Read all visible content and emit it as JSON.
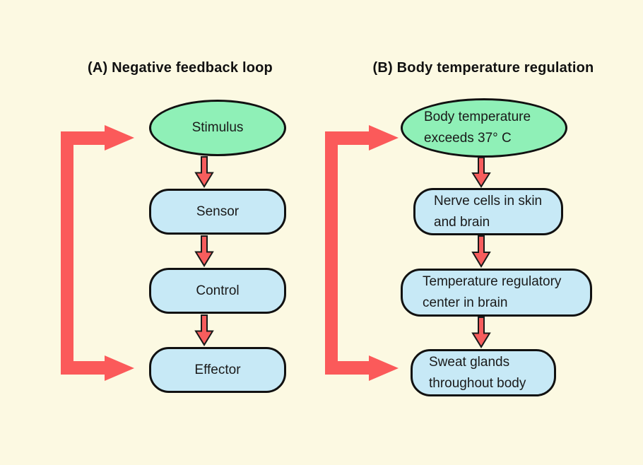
{
  "colors": {
    "background": "#fcf9e2",
    "node_green": "#8ff0b7",
    "node_blue": "#c7e9f6",
    "node_border": "#111111",
    "feedback_arrow_red": "#fb5a5a",
    "connector_arrow_fill": "#f75d5d",
    "connector_arrow_outline": "#1a1a1a",
    "text": "#1a1a1a"
  },
  "panel_a": {
    "title": "(A) Negative feedback loop",
    "nodes": {
      "stimulus": {
        "label": "Stimulus",
        "shape": "ellipse",
        "fill": "#8ff0b7"
      },
      "sensor": {
        "label": "Sensor",
        "shape": "rounded-rect",
        "fill": "#c7e9f6"
      },
      "control": {
        "label": "Control",
        "shape": "rounded-rect",
        "fill": "#c7e9f6"
      },
      "effector": {
        "label": "Effector",
        "shape": "rounded-rect",
        "fill": "#c7e9f6"
      }
    },
    "flow": [
      "stimulus",
      "sensor",
      "control",
      "effector"
    ],
    "feedback_loop": "effector-to-stimulus"
  },
  "panel_b": {
    "title": "(B) Body temperature regulation",
    "nodes": {
      "trigger": {
        "line1": "Body temperature",
        "line2": "exceeds 37° C",
        "shape": "ellipse",
        "fill": "#8ff0b7"
      },
      "sensor": {
        "line1": "Nerve cells in skin",
        "line2": "and brain",
        "shape": "rounded-rect",
        "fill": "#c7e9f6"
      },
      "control": {
        "line1": "Temperature regulatory",
        "line2": "center in brain",
        "shape": "rounded-rect",
        "fill": "#c7e9f6"
      },
      "effector": {
        "line1": "Sweat glands",
        "line2": "throughout body",
        "shape": "rounded-rect",
        "fill": "#c7e9f6"
      }
    },
    "flow": [
      "trigger",
      "sensor",
      "control",
      "effector"
    ],
    "feedback_loop": "effector-to-trigger"
  }
}
